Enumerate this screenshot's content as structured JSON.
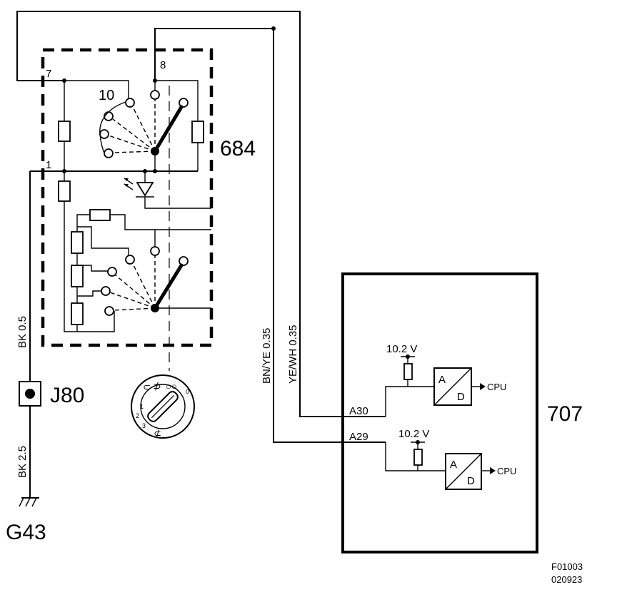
{
  "components": {
    "switch_unit": "684",
    "control_module": "707",
    "connector": "J80",
    "ground": "G43"
  },
  "pins": {
    "p7": "7",
    "p8": "8",
    "p10": "10",
    "p1": "1"
  },
  "wires": {
    "bk_upper": "BK  0.5",
    "bk_lower": "BK  2.5",
    "bnye": "BN/YE  0.35",
    "yewh": "YE/WH  0.35"
  },
  "module": {
    "a30": "A30",
    "a29": "A29",
    "voltage": "10.2 V",
    "adc_a": "A",
    "adc_d": "D",
    "cpu": "CPU"
  },
  "knob": {
    "marks": [
      "0",
      "1",
      "2",
      "3"
    ]
  },
  "figure": {
    "code": "F01003",
    "date": "020923"
  }
}
